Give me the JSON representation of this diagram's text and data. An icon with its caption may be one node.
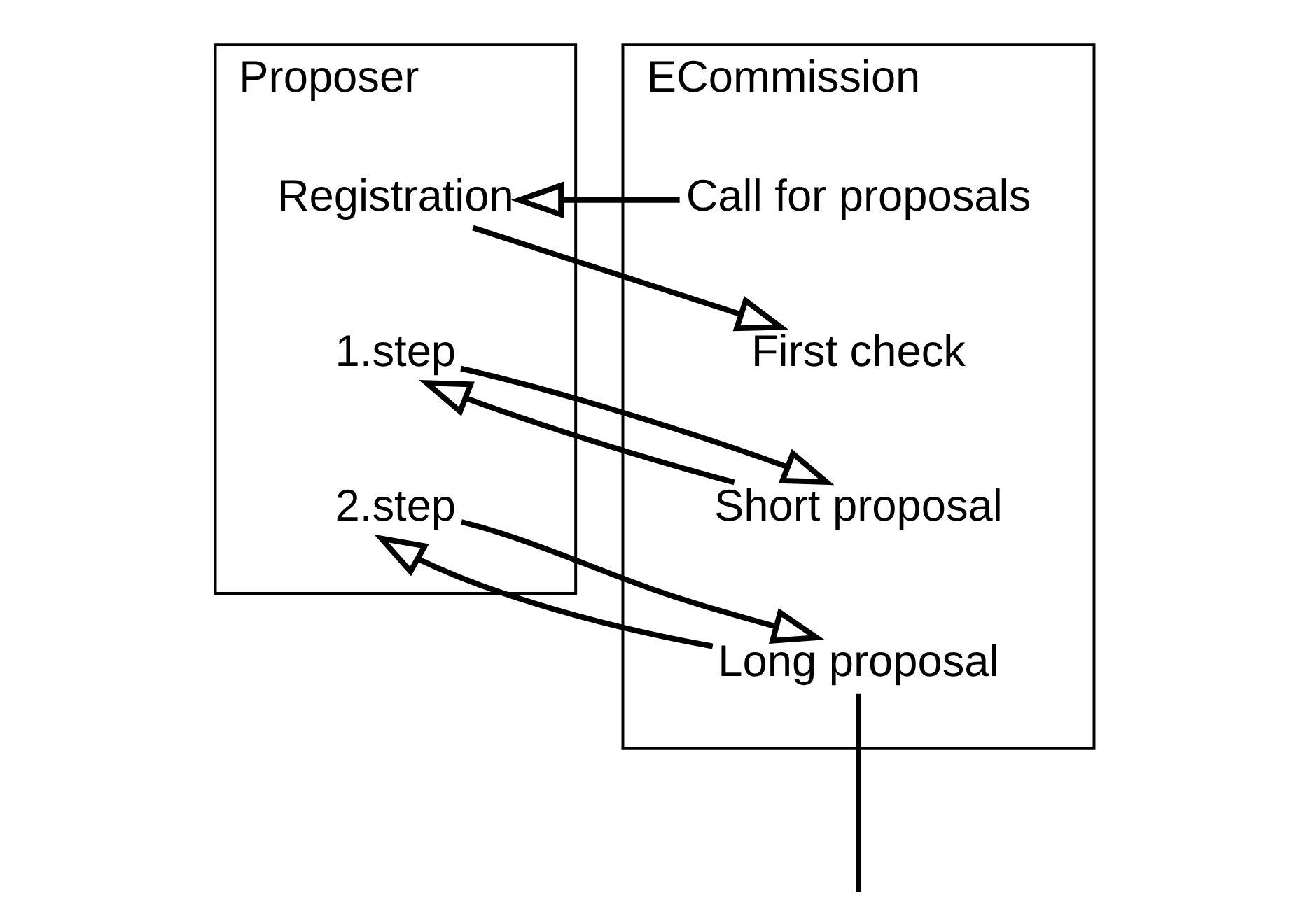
{
  "diagram": {
    "nodes": [
      {
        "text": [
          "Proposer"
        ]
      },
      {
        "text": [
          "Registration"
        ],
        "in": 0
      },
      {
        "text": [
          "1.step"
        ],
        "in": 0
      },
      {
        "text": [
          "2.step"
        ],
        "in": 0
      },
      {
        "text": [
          "ECommission"
        ]
      },
      {
        "text": [
          "Call for proposals"
        ],
        "in": 4
      },
      {
        "text": [
          "First check"
        ],
        "in": 4
      },
      {
        "text": [
          "Short proposal"
        ],
        "in": 4
      },
      {
        "text": [
          "Long proposal"
        ],
        "in": 4
      }
    ],
    "edges": [
      {
        "from": 5,
        "to": 1,
        "arrow": "to"
      },
      {
        "from": 1,
        "to": 6,
        "arrow": "to"
      },
      {
        "from": 7,
        "to": 2,
        "arrow": "to"
      },
      {
        "from": 2,
        "to": 7,
        "arrow": "to"
      },
      {
        "from": 8,
        "to": 3,
        "arrow": "to"
      },
      {
        "from": 3,
        "to": 8,
        "arrow": "to"
      },
      {
        "from": 8,
        "to": null,
        "arrow": "none"
      }
    ]
  }
}
